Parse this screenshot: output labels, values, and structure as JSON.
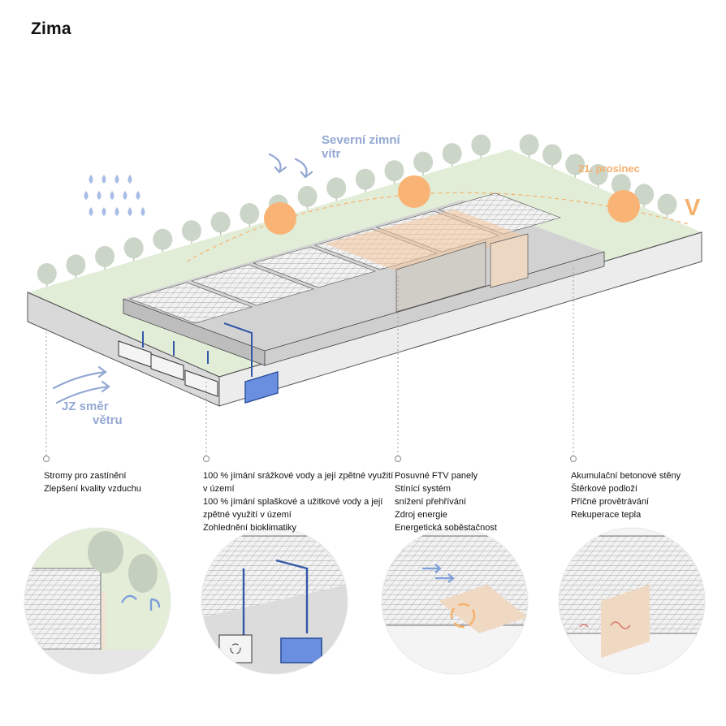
{
  "title": "Zima",
  "wind_north": [
    "Severní zimní",
    "vítr"
  ],
  "wind_sw": [
    "JZ směr",
    "větru"
  ],
  "sun_date": "21. prosinec",
  "sun_dir": "V",
  "colors": {
    "green": "#e2edd8",
    "slab": "#e9e9e9",
    "wind": "#94a8d3",
    "sun": "#f9b475",
    "rain": "#a7bde4",
    "water": "#6b8fe0",
    "pipe": "#3358a8"
  },
  "labels": [
    {
      "lines": [
        "Stromy pro zastínění",
        "Zlepšení kvality vzduchu"
      ]
    },
    {
      "lines": [
        "100 % jímání srážkové vody a její zpětné využití",
        "v území",
        "100 % jímání splaškové a užitkové vody a její",
        "zpětné využití v území",
        "Zohlednění bioklimatiky"
      ]
    },
    {
      "lines": [
        "Posuvné FTV panely",
        "Stínící systém",
        "snížení přehřívání",
        "Zdroj energie",
        "Energetická soběstačnost"
      ]
    },
    {
      "lines": [
        "Akumulační betonové stěny",
        "Štěrkové podloží",
        "Příčné provětrávání",
        "Rekuperace tepla"
      ]
    }
  ],
  "icons": [
    "raindrop-icon",
    "wind-arrow-icon",
    "sun-icon",
    "tree-icon",
    "water-tank-icon",
    "recycle-icon"
  ]
}
